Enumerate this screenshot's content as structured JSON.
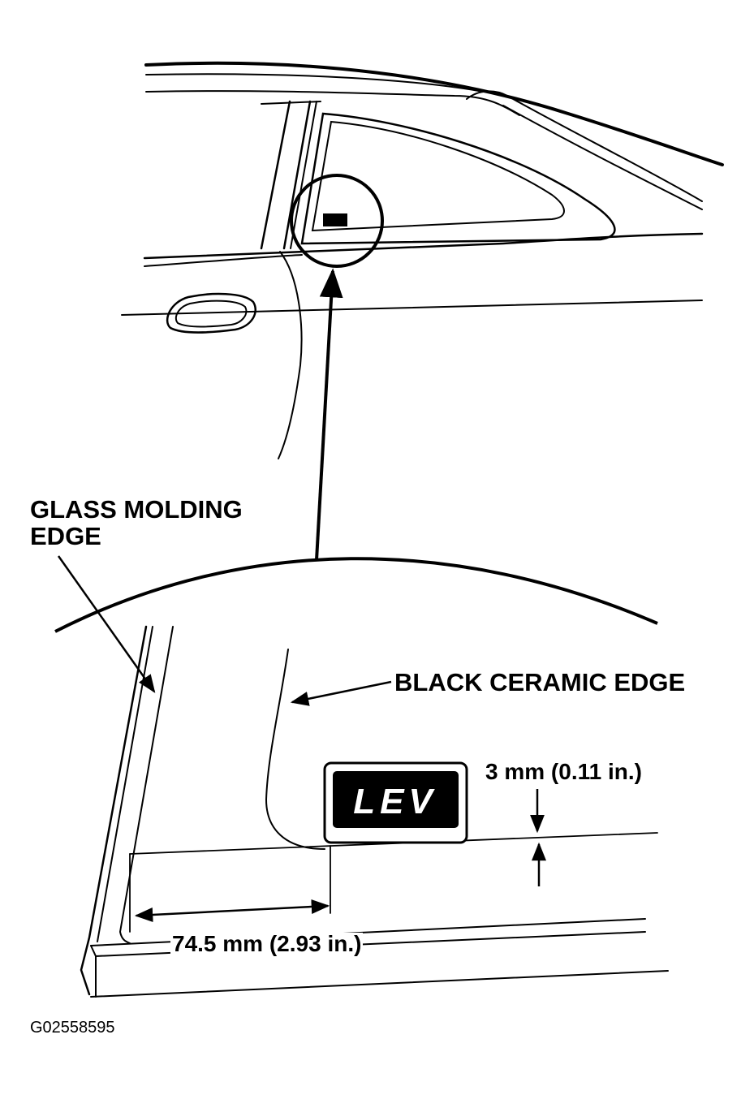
{
  "labels": {
    "glass_molding_line1": "GLASS MOLDING",
    "glass_molding_line2": "EDGE",
    "black_ceramic_edge": "BLACK CERAMIC EDGE",
    "vertical_dimension": "3 mm (0.11 in.)",
    "horizontal_dimension": "74.5 mm (2.93 in.)",
    "figure_id": "G02558595"
  },
  "decal": {
    "text": "LEV"
  },
  "colors": {
    "ink": "#000000",
    "paper": "#ffffff"
  }
}
